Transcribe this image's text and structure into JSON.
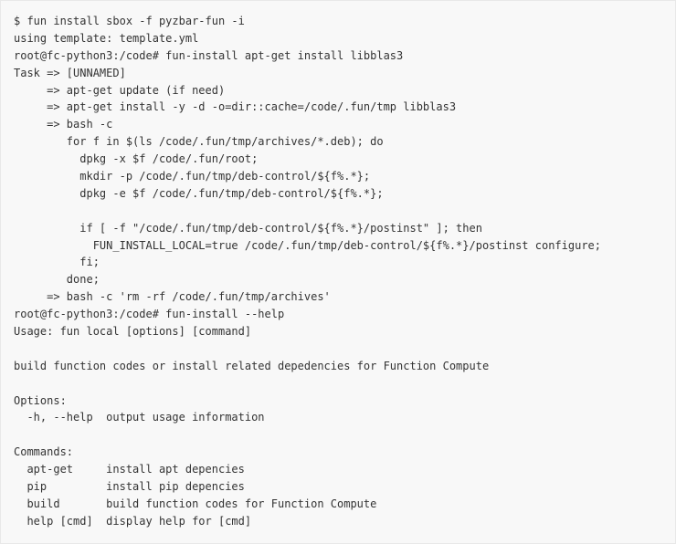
{
  "terminal": {
    "lines": [
      "$ fun install sbox -f pyzbar-fun -i",
      "using template: template.yml",
      "root@fc-python3:/code# fun-install apt-get install libblas3",
      "Task => [UNNAMED]",
      "     => apt-get update (if need)",
      "     => apt-get install -y -d -o=dir::cache=/code/.fun/tmp libblas3",
      "     => bash -c",
      "        for f in $(ls /code/.fun/tmp/archives/*.deb); do",
      "          dpkg -x $f /code/.fun/root;",
      "          mkdir -p /code/.fun/tmp/deb-control/${f%.*};",
      "          dpkg -e $f /code/.fun/tmp/deb-control/${f%.*};",
      "",
      "          if [ -f \"/code/.fun/tmp/deb-control/${f%.*}/postinst\" ]; then",
      "            FUN_INSTALL_LOCAL=true /code/.fun/tmp/deb-control/${f%.*}/postinst configure;",
      "          fi;",
      "        done;",
      "     => bash -c 'rm -rf /code/.fun/tmp/archives'",
      "root@fc-python3:/code# fun-install --help",
      "Usage: fun local [options] [command]",
      "",
      "build function codes or install related depedencies for Function Compute",
      "",
      "Options:",
      "  -h, --help  output usage information",
      "",
      "Commands:",
      "  apt-get     install apt depencies",
      "  pip         install pip depencies",
      "  build       build function codes for Function Compute",
      "  help [cmd]  display help for [cmd]"
    ]
  }
}
